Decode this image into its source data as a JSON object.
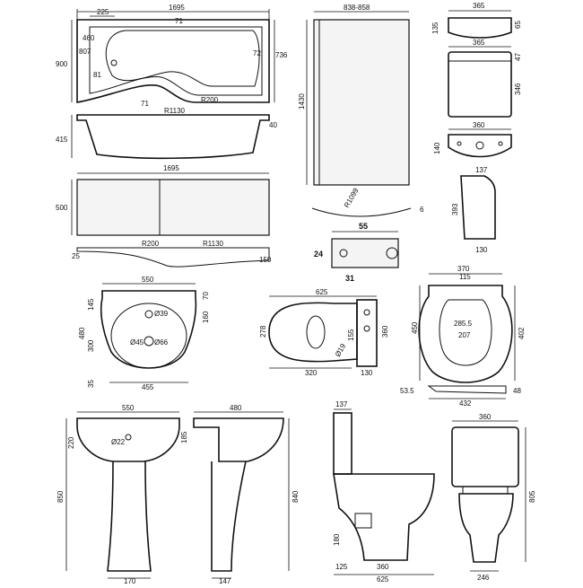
{
  "bath_plan": {
    "width": "1695",
    "offset": "225",
    "depth_outer": "900",
    "depth_mid": "807",
    "depth_inner": "460",
    "end_depth": "736",
    "r71_top": "71",
    "r72": "72",
    "r81": "81",
    "r71_bottom": "71",
    "r1130": "R1130",
    "r200": "R200"
  },
  "bath_side": {
    "height": "415",
    "rim": "40"
  },
  "bath_panel": {
    "width": "1695",
    "height": "500"
  },
  "bath_panel_plan": {
    "r200": "R200",
    "r1130": "R1130",
    "end_left": "25",
    "end_right": "150"
  },
  "screen": {
    "width": "838-858",
    "height": "1430",
    "radius": "R1099",
    "thickness": "6"
  },
  "cistern_top": {
    "width": "365",
    "depth": "135",
    "lid": "65"
  },
  "cistern_front": {
    "width": "365",
    "lid": "47",
    "height": "346"
  },
  "cistern_base": {
    "width": "360",
    "depth": "140"
  },
  "cistern_side": {
    "top": "137",
    "height": "393",
    "bottom": "130"
  },
  "profile": {
    "width": "55",
    "height": "24",
    "depth": "31"
  },
  "basin_plan": {
    "width": "550",
    "back": "70",
    "depth_top": "145",
    "tap_hole": "Ø39",
    "depth": "480",
    "bowl": "300",
    "height_right": "160",
    "waste_left": "Ø45",
    "waste_right": "Ø66",
    "front": "35",
    "bowl_width": "455"
  },
  "toilet_plan": {
    "length": "625",
    "width_left": "278",
    "width_right": "360",
    "cistern_gap": "155",
    "outlet": "Ø19",
    "pan": "320",
    "cistern": "130"
  },
  "seat": {
    "width": "370",
    "hinge": "115",
    "length": "450",
    "inner_width": "285.5",
    "inner_length": "207",
    "total": "402",
    "thickness_left": "53.5",
    "depth": "432",
    "thickness_right": "48"
  },
  "basin_front": {
    "width": "550",
    "height": "220",
    "overflow": "Ø22",
    "total_height": "850",
    "base": "170"
  },
  "basin_side": {
    "depth": "480",
    "rim": "185",
    "total_height": "840",
    "base": "147"
  },
  "wc_side": {
    "cistern": "137",
    "floor": "180",
    "base": "125",
    "pan": "360",
    "total": "625"
  },
  "wc_front": {
    "width": "360",
    "height": "805",
    "base": "246"
  }
}
